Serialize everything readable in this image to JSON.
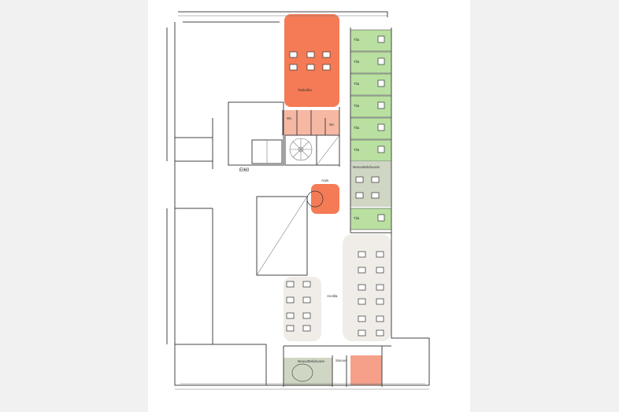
{
  "plan": {
    "labels": {
      "break_room": "Taukotila",
      "office": "Tila",
      "meeting_room_top": "Neuvotteluhuone",
      "lobby": "Aula",
      "fire_rating": "EI60",
      "open_space": "Avotila",
      "meeting_room_bottom": "Neuvotteluhuone",
      "storage": "Siivous",
      "wc": "Wc"
    },
    "colors": {
      "orange": "#f47b55",
      "light_orange": "#f6b8a3",
      "green": "#b9e0a0",
      "grey_green": "#cfd6c3",
      "open_area": "#f0ece8"
    }
  }
}
